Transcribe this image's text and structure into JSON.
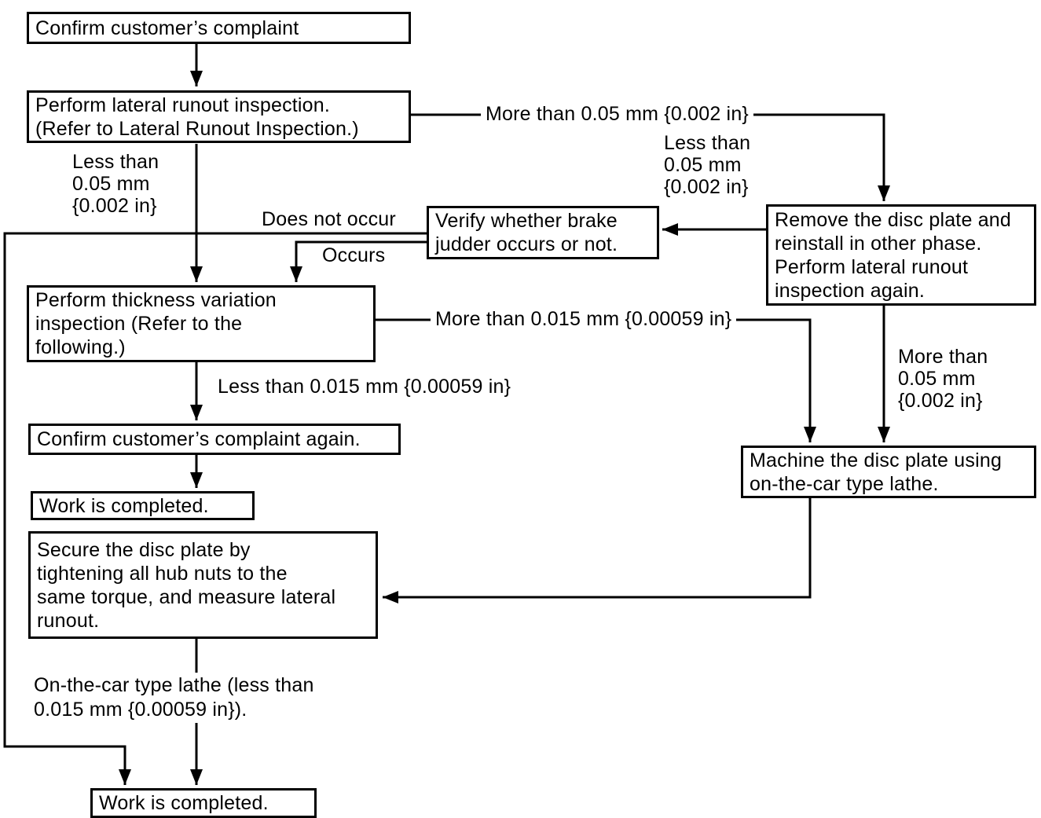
{
  "diagram": {
    "type": "flowchart",
    "colors": {
      "line": "#000000",
      "background": "#ffffff",
      "text": "#000000"
    },
    "boxes": [
      {
        "id": "confirm-complaint",
        "text": "Confirm customer’s complaint"
      },
      {
        "id": "lateral-runout",
        "text": "Perform lateral runout inspection.\n(Refer to Lateral Runout Inspection.)"
      },
      {
        "id": "verify-judder",
        "text": "Verify whether brake\njudder occurs or not."
      },
      {
        "id": "remove-disc",
        "text": "Remove the disc plate and\nreinstall in other phase.\nPerform lateral runout\ninspection again."
      },
      {
        "id": "thickness-variation",
        "text": "Perform thickness variation\ninspection (Refer to the\nfollowing.)"
      },
      {
        "id": "confirm-again",
        "text": "Confirm customer’s complaint again."
      },
      {
        "id": "work-completed-1",
        "text": "Work is completed."
      },
      {
        "id": "secure-disc",
        "text": "Secure the disc plate by\ntightening all hub nuts to the\nsame torque, and measure lateral\nrunout."
      },
      {
        "id": "machine-disc",
        "text": "Machine the disc plate using\non-the-car type lathe."
      },
      {
        "id": "work-completed-2",
        "text": "Work is completed."
      }
    ],
    "labels": [
      {
        "id": "less-005-left",
        "text": "Less than\n0.05 mm\n{0.002 in}"
      },
      {
        "id": "more-005-top",
        "text": "More than 0.05 mm {0.002 in}"
      },
      {
        "id": "less-005-right",
        "text": "Less than\n0.05 mm\n{0.002 in}"
      },
      {
        "id": "does-not-occur",
        "text": "Does not occur"
      },
      {
        "id": "occurs",
        "text": "Occurs"
      },
      {
        "id": "more-0015",
        "text": "More than 0.015 mm {0.00059 in}"
      },
      {
        "id": "less-0015",
        "text": "Less than 0.015 mm {0.00059 in}"
      },
      {
        "id": "more-005-right",
        "text": "More than\n0.05 mm\n{0.002 in}"
      },
      {
        "id": "on-the-car",
        "text": "On-the-car type lathe (less than\n0.015 mm {0.00059 in})."
      }
    ]
  }
}
